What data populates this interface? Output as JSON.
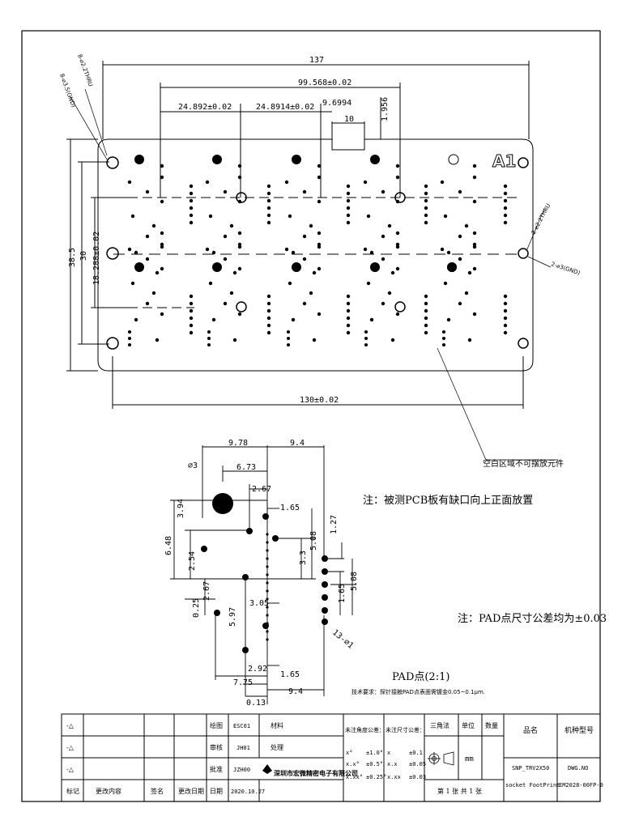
{
  "top_view": {
    "overall_width": "137",
    "mid_width": "99.568±0.02",
    "pitch_1": "24.892±0.02",
    "pitch_2": "24.8914±0.02",
    "notch_offset": "9.6994",
    "notch_width": "10",
    "notch_depth": "1.956",
    "height_total": "38.5",
    "height_30": "30",
    "height_row": "18.288±0.02",
    "bottom_width": "130±0.02",
    "label_thru_left": "8-⌀2.2THRU",
    "label_gnd_left": "8-⌀3.5(GND)",
    "label_thru_right": "2-⌀2.2THRU",
    "label_gnd_right": "2-⌀3(GND)",
    "marker": "A1",
    "keepout_note": "空白区域不可摆放元件"
  },
  "notes": {
    "orientation": "注：被测PCB板有缺口向上正面放置",
    "tolerance": "注：PAD点尺寸公差均为±0.03",
    "pad_title": "PAD点(2:1)",
    "tech_req": "技术要求：探针接触PAD点表面需镀金0.05~0.1μm."
  },
  "pad_view": {
    "d_978": "9.78",
    "d_94": "9.4",
    "d_673": "6.73",
    "d_267a": "2.67",
    "d_165a": "1.65",
    "d_394": "3.94",
    "d_648": "6.48",
    "d_508a": "5.08",
    "d_33": "3.3",
    "d_127": "1.27",
    "d_254": "2.54",
    "d_165b": "1.65",
    "d_508b": "5.08",
    "d_025": "0.25",
    "d_267b": "2.67",
    "d_305": "3.05",
    "d_597": "5.97",
    "d_292": "2.92",
    "d_165c": "1.65",
    "d_775": "7.75",
    "d_94b": "9.4",
    "d_013": "0.13",
    "dia_3": "⌀3",
    "dia_13": "13-⌀1"
  },
  "title_block": {
    "rev_marks": [
      "-△",
      "-△",
      "-△"
    ],
    "col_headers": [
      "标记",
      "更改内容",
      "签名",
      "更改日期"
    ],
    "draw_label": "绘图",
    "draw_name": "ESC01",
    "check_label": "审核",
    "check_name": "JH01",
    "approve_label": "批准",
    "approve_name": "JZH00",
    "date_label": "日期",
    "date_value": "2020.10.27",
    "material_label": "材料",
    "treatment_label": "处理",
    "company": "深圳市宏微精密电子有限公司",
    "angle_tol_title": "未注角度公差：",
    "angle_tol": [
      [
        "x°",
        "±1.0°"
      ],
      [
        "x.x°",
        "±0.5°"
      ],
      [
        "x.xx°",
        "±0.25°"
      ]
    ],
    "dim_tol_title": "未注尺寸公差：",
    "dim_tol": [
      [
        "x",
        "±0.1"
      ],
      [
        "x.x",
        "±0.05"
      ],
      [
        "x.xx",
        "±0.03"
      ]
    ],
    "projection_label": "三角法",
    "unit_label": "单位",
    "unit_value": "mm",
    "qty_label": "数量",
    "sheet": "第 1 张   共 1 张",
    "name_label": "品名",
    "name_value_1": "SNP_TRV2X50",
    "name_value_2": "socket FootPrint",
    "model_label": "机种型号",
    "dwg_label": "DWG.NO",
    "dwg_value": "EM2028-00FP-0"
  }
}
